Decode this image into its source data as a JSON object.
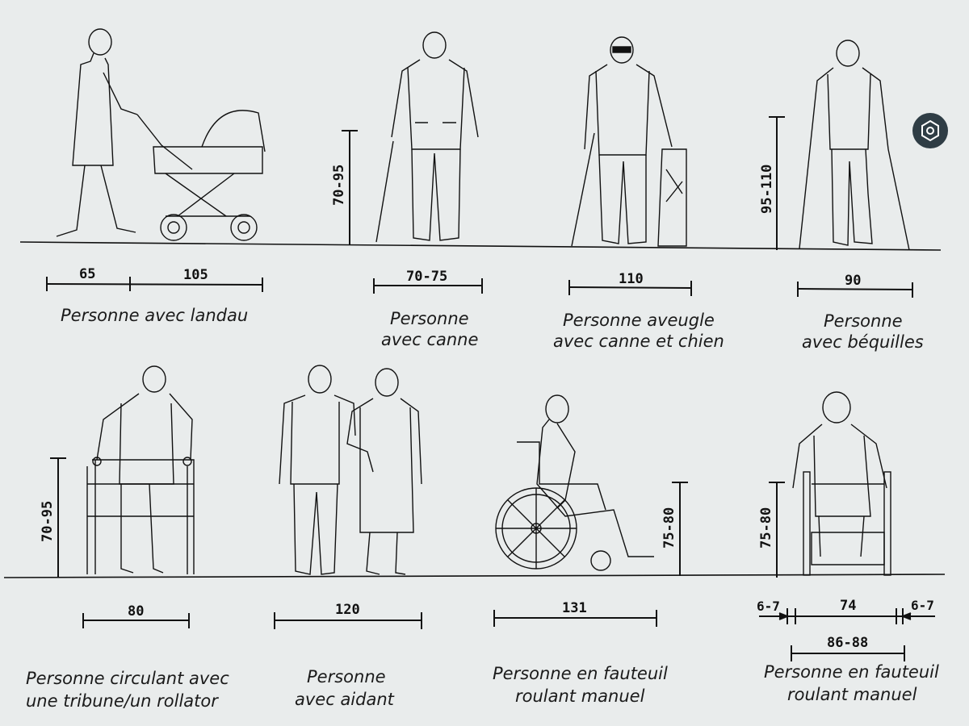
{
  "row1": {
    "landau": {
      "widths": [
        "65",
        "105"
      ],
      "caption": [
        "Personne avec landau"
      ]
    },
    "canne": {
      "height": "70-95",
      "width": "70-75",
      "caption": [
        "Personne",
        "avec canne"
      ]
    },
    "aveugle": {
      "width": "110",
      "caption": [
        "Personne aveugle",
        "avec canne et chien"
      ]
    },
    "bequilles": {
      "height": "95-110",
      "width": "90",
      "caption": [
        "Personne",
        "avec béquilles"
      ]
    }
  },
  "row2": {
    "rollator": {
      "height": "70-95",
      "width": "80",
      "caption": [
        "Personne circulant avec",
        "une tribune/un rollator"
      ]
    },
    "aidant": {
      "width": "120",
      "caption": [
        "Personne",
        "avec aidant"
      ]
    },
    "fauteuil_side": {
      "height": "75-80",
      "width": "131",
      "caption": [
        "Personne en fauteuil",
        "roulant manuel"
      ]
    },
    "fauteuil_front": {
      "height": "75-80",
      "left_margin": "6-7",
      "seat_width": "74",
      "right_margin": "6-7",
      "total_width": "86-88",
      "caption": [
        "Personne en fauteuil",
        "roulant manuel"
      ]
    }
  },
  "colors": {
    "background": "#e9ecec",
    "ink": "#111111",
    "badge": "#2f3d45"
  },
  "icons": {
    "corner_badge": "hexagon-nut-icon"
  }
}
